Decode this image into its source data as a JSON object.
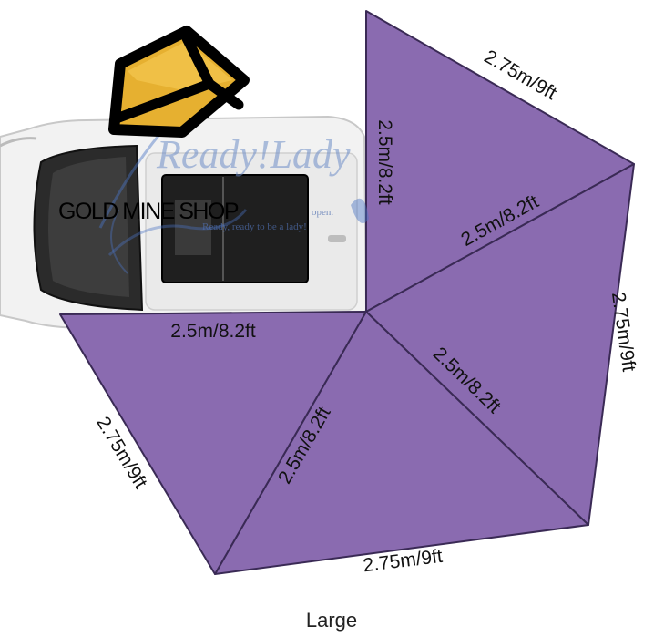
{
  "diagram": {
    "caption": "Large",
    "colors": {
      "awning": "#8a6bb0",
      "awning_edge": "#3a2a55",
      "car": "#f2f2f2",
      "logo_gold": "#e6b030"
    },
    "dimensions": {
      "top_right_edge": "2.75m/9ft",
      "car_side_edge": "2.5m/8.2ft",
      "upper_spoke": "2.5m/8.2ft",
      "right_edge": "2.75m/9ft",
      "rear_edge": "2.5m/8.2ft",
      "lower_right_spoke": "2.5m/8.2ft",
      "left_edge": "2.75m/9ft",
      "lower_spoke": "2.5m/8.2ft",
      "bottom_edge": "2.75m/9ft"
    }
  },
  "watermark": {
    "shop_name": "GOLD MINE SHOP",
    "brand": "Ready!Lady",
    "tagline_1": "open.",
    "tagline_2": "Ready, ready to be a lady!"
  }
}
